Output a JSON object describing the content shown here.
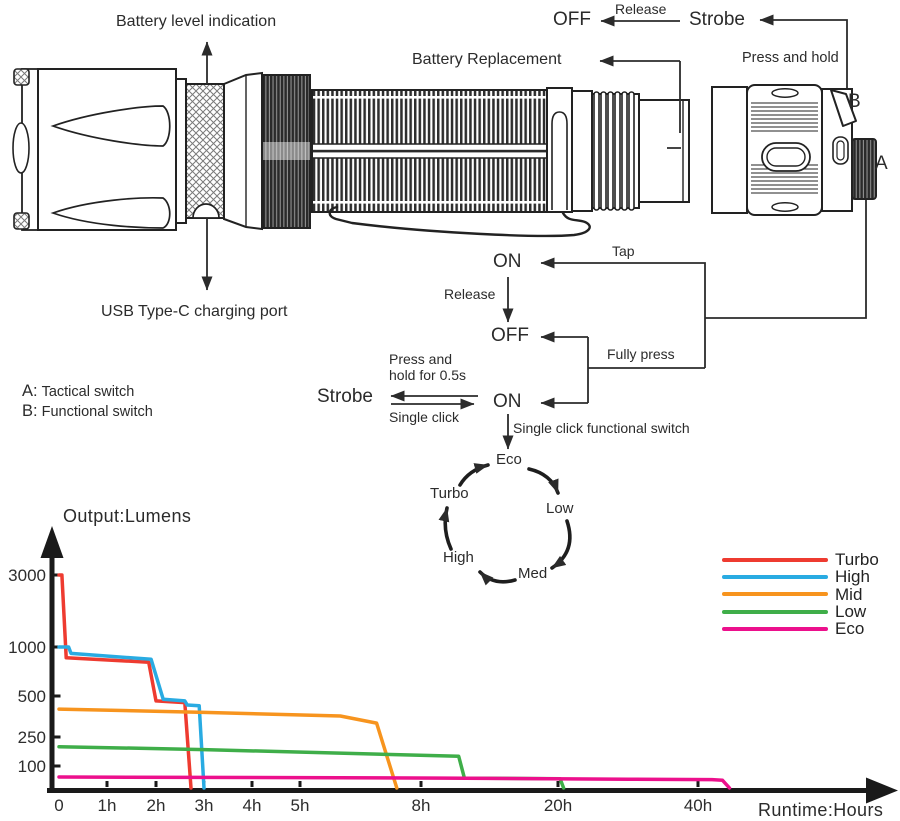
{
  "figure_labels": {
    "battery_level": "Battery level indication",
    "usb_port": "USB Type-C charging port",
    "battery_replacement": "Battery Replacement",
    "press_and_hold": "Press and hold"
  },
  "flow": {
    "off_top": "OFF",
    "release_top": "Release",
    "strobe_top": "Strobe",
    "tap": "Tap",
    "on_momentary": "ON",
    "release": "Release",
    "off": "OFF",
    "fully_press": "Fully press",
    "press_hold_line1": "Press and",
    "press_hold_line2": "hold for 0.5s",
    "strobe": "Strobe",
    "single_click": "Single click",
    "on": "ON",
    "single_click_functional": "Single click functional switch"
  },
  "switch_labels": {
    "a": "A",
    "b": "B"
  },
  "switch_legend": {
    "a_prefix": "A:",
    "a_label": "Tactical switch",
    "b_prefix": "B:",
    "b_label": "Functional switch"
  },
  "cycle": {
    "modes": {
      "eco": "Eco",
      "low": "Low",
      "med": "Med",
      "high": "High",
      "turbo": "Turbo"
    }
  },
  "chart_data": {
    "type": "line",
    "title": "Output:Lumens",
    "xlabel": "Runtime:Hours",
    "ylabel": "Output (lumens)",
    "x_scale": "piecewise-nonlinear",
    "y_scale": "piecewise-nonlinear",
    "xlim": [
      0,
      48
    ],
    "ylim": [
      0,
      3200
    ],
    "grid": false,
    "legend_position": "top-right",
    "x_ticks": [
      {
        "label": "0",
        "value": 0
      },
      {
        "label": "1h",
        "value": 1
      },
      {
        "label": "2h",
        "value": 2
      },
      {
        "label": "3h",
        "value": 3
      },
      {
        "label": "4h",
        "value": 4
      },
      {
        "label": "5h",
        "value": 5
      },
      {
        "label": "8h",
        "value": 8
      },
      {
        "label": "20h",
        "value": 20
      },
      {
        "label": "40h",
        "value": 40
      }
    ],
    "y_ticks": [
      {
        "label": "3000",
        "value": 3000
      },
      {
        "label": "1000",
        "value": 1000
      },
      {
        "label": "500",
        "value": 500
      },
      {
        "label": "250",
        "value": 250
      },
      {
        "label": "100",
        "value": 100
      }
    ],
    "series": [
      {
        "name": "Turbo",
        "color": "#ee3b30",
        "points": [
          [
            0,
            3000
          ],
          [
            0.06,
            3000
          ],
          [
            0.15,
            890
          ],
          [
            1.85,
            845
          ],
          [
            2.0,
            470
          ],
          [
            2.6,
            460
          ],
          [
            2.73,
            0
          ]
        ]
      },
      {
        "name": "High",
        "color": "#29abe2",
        "points": [
          [
            0,
            1000
          ],
          [
            0.2,
            1000
          ],
          [
            0.25,
            935
          ],
          [
            1.9,
            875
          ],
          [
            2.15,
            480
          ],
          [
            2.6,
            470
          ],
          [
            2.65,
            445
          ],
          [
            2.9,
            440
          ],
          [
            3.0,
            0
          ]
        ]
      },
      {
        "name": "Mid",
        "color": "#f7941e",
        "points": [
          [
            0,
            420
          ],
          [
            3,
            400
          ],
          [
            6.0,
            378
          ],
          [
            6.9,
            335
          ],
          [
            7.4,
            0
          ]
        ]
      },
      {
        "name": "Low",
        "color": "#3fae49",
        "points": [
          [
            0,
            200
          ],
          [
            3,
            185
          ],
          [
            11.3,
            150
          ],
          [
            11.8,
            45
          ],
          [
            20.3,
            42
          ],
          [
            20.8,
            0
          ]
        ]
      },
      {
        "name": "Eco",
        "color": "#ec108c",
        "points": [
          [
            0,
            50
          ],
          [
            10,
            45
          ],
          [
            30,
            40
          ],
          [
            42,
            38
          ],
          [
            43.5,
            35
          ],
          [
            44.5,
            0
          ]
        ]
      }
    ],
    "axis_map": {
      "x": [
        [
          0,
          59
        ],
        [
          1,
          107
        ],
        [
          2,
          156
        ],
        [
          3,
          204
        ],
        [
          4,
          252
        ],
        [
          5,
          300
        ],
        [
          8,
          421
        ],
        [
          20,
          558
        ],
        [
          40,
          698
        ],
        [
          50,
          768
        ]
      ],
      "y": [
        [
          0,
          788
        ],
        [
          100,
          766
        ],
        [
          250,
          737
        ],
        [
          500,
          696
        ],
        [
          1000,
          647
        ],
        [
          3000,
          575
        ]
      ]
    }
  }
}
